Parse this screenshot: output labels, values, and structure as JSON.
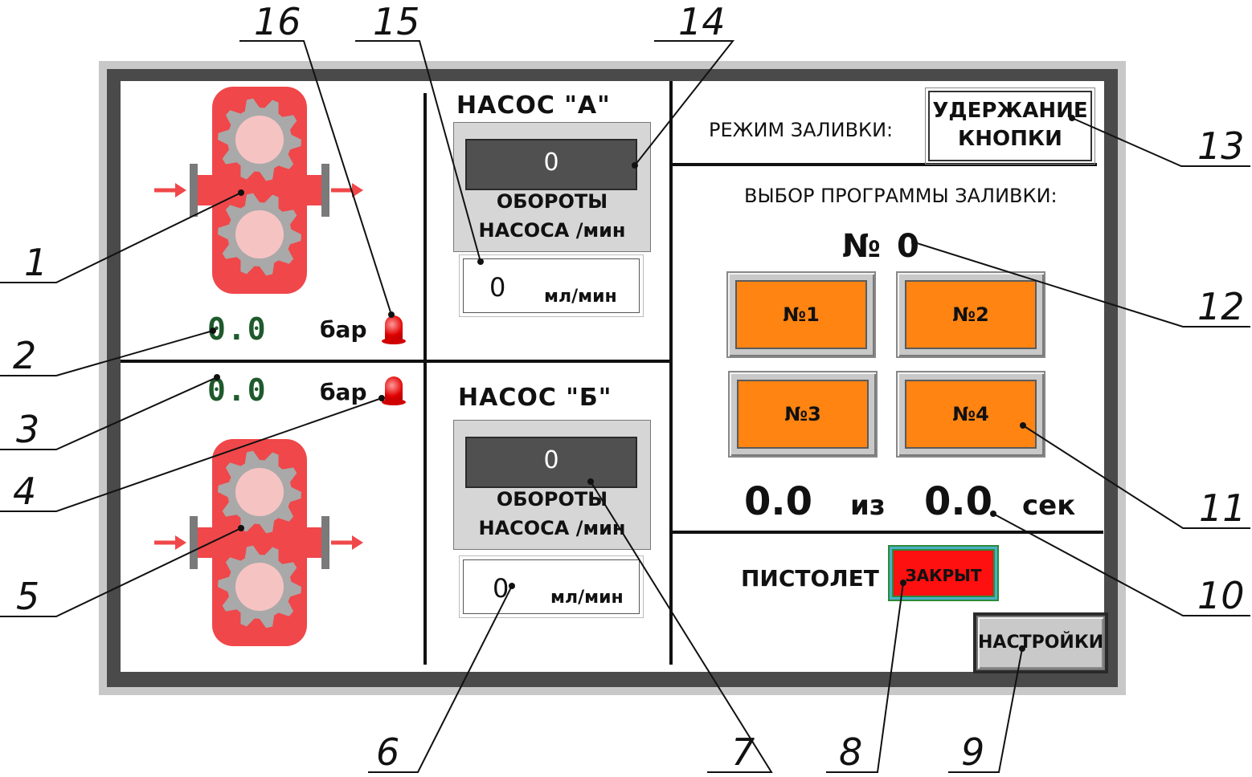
{
  "pump_a": {
    "title": "НАСОС \"А\"",
    "rpm_value": "0",
    "rpm_label_line1": "ОБОРОТЫ",
    "rpm_label_line2": "НАСОСА /мин",
    "flow_value": "0",
    "flow_unit": "мл/мин",
    "pressure_value": "0.0",
    "pressure_unit": "бар"
  },
  "pump_b": {
    "title": "НАСОС \"Б\"",
    "rpm_value": "0",
    "rpm_label_line1": "ОБОРОТЫ",
    "rpm_label_line2": "НАСОСА /мин",
    "flow_value": "0",
    "flow_unit": "мл/мин",
    "pressure_value": "0.0",
    "pressure_unit": "бар"
  },
  "fill_mode": {
    "label": "РЕЖИМ ЗАЛИВКИ:",
    "button_line1": "УДЕРЖАНИЕ",
    "button_line2": "КНОПКИ"
  },
  "program": {
    "heading": "ВЫБОР ПРОГРАММЫ ЗАЛИВКИ:",
    "number_prefix": "№",
    "selected_number": "0",
    "buttons": [
      "№1",
      "№2",
      "№3",
      "№4"
    ]
  },
  "timer": {
    "elapsed": "0.0",
    "of_word": "из",
    "total": "0.0",
    "unit": "сек"
  },
  "gun": {
    "label": "ПИСТОЛЕТ",
    "state": "ЗАКРЫТ"
  },
  "settings": {
    "label": "НАСТРОЙКИ"
  },
  "callouts": [
    "1",
    "2",
    "3",
    "4",
    "5",
    "6",
    "7",
    "8",
    "9",
    "10",
    "11",
    "12",
    "13",
    "14",
    "15",
    "16"
  ],
  "colors": {
    "pump_body": "#f0474a",
    "gear": "#a9a9a9",
    "gear_hub": "#f6c3c3",
    "program_button": "#ff8412",
    "gun_closed": "#ff1010",
    "pressure_text": "#1f5a2c",
    "rpm_display": "#505050"
  },
  "icons": {
    "pump_a": "gear-pump-icon",
    "pump_b": "gear-pump-icon",
    "lamp": "red-warning-lamp-icon"
  }
}
